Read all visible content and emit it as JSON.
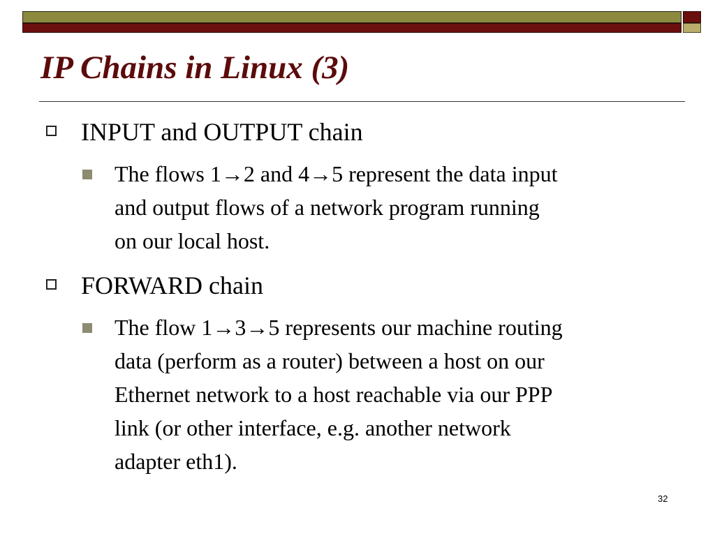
{
  "colors": {
    "title": "#5c0b0b",
    "bar_olive": "#8c8a3f",
    "bar_maroon": "#6b0f0f",
    "square_light_olive": "#b8ad6a",
    "sub_bullet": "#8d8b70"
  },
  "slide": {
    "title": "IP Chains in Linux (3)",
    "page_number": "32",
    "sections": [
      {
        "heading": "INPUT and OUTPUT chain",
        "bullet_icon": "hollow-square-icon",
        "body": {
          "bullet_icon": "filled-square-icon",
          "lines": [
            "The flows 1→2 and 4→5 represent the data input",
            "and output flows of a network program running",
            "on our local host."
          ]
        }
      },
      {
        "heading": "FORWARD chain",
        "bullet_icon": "hollow-square-icon",
        "body": {
          "bullet_icon": "filled-square-icon",
          "lines": [
            "The flow 1→3→5 represents our machine routing",
            "data (perform as a router) between a host on our",
            "Ethernet network to a host reachable via our PPP",
            "link (or other interface, e.g. another network",
            "adapter eth1)."
          ]
        }
      }
    ]
  }
}
